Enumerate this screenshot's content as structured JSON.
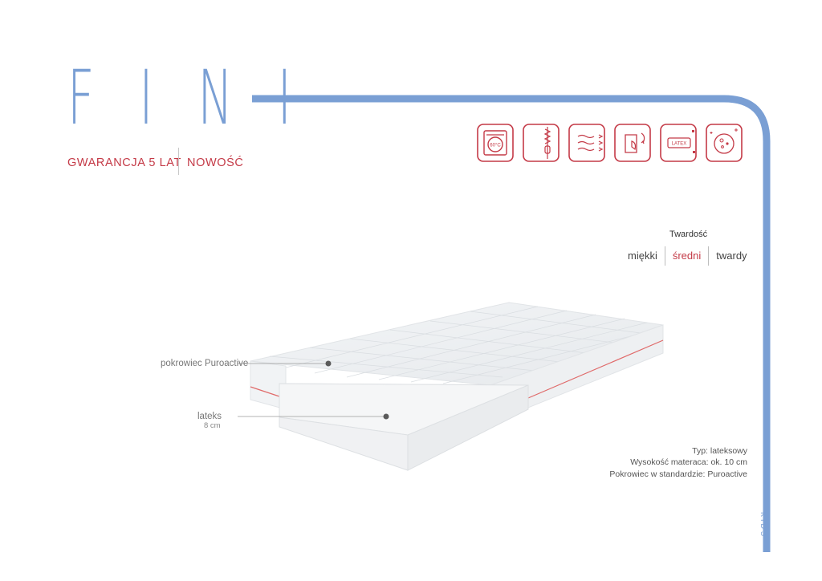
{
  "product": {
    "title_letters": [
      "F",
      "I",
      "N",
      "I"
    ],
    "warranty": "GWARANCJA 5 LAT",
    "novelty": "NOWOŚĆ"
  },
  "features": {
    "icons": [
      "washing-machine-icon",
      "zipper-icon",
      "airflow-icon",
      "removable-cover-icon",
      "latex-icon",
      "antibacterial-icon"
    ],
    "wash_temp": "60°C",
    "latex_label": "LATEX"
  },
  "hardness": {
    "title": "Twardość",
    "options": [
      "miękki",
      "średni",
      "twardy"
    ],
    "selected": "średni"
  },
  "callouts": {
    "cover": "pokrowiec Puroactive",
    "core": "lateks",
    "core_height": "8 cm"
  },
  "specs": {
    "type": "Typ: lateksowy",
    "height": "Wysokość materaca: ok. 10 cm",
    "cover": "Pokrowiec w standardzie: Puroactive"
  },
  "footer": {
    "category": "KIDS"
  },
  "colors": {
    "accent_blue": "#7a9fd4",
    "accent_red": "#c43a47"
  }
}
